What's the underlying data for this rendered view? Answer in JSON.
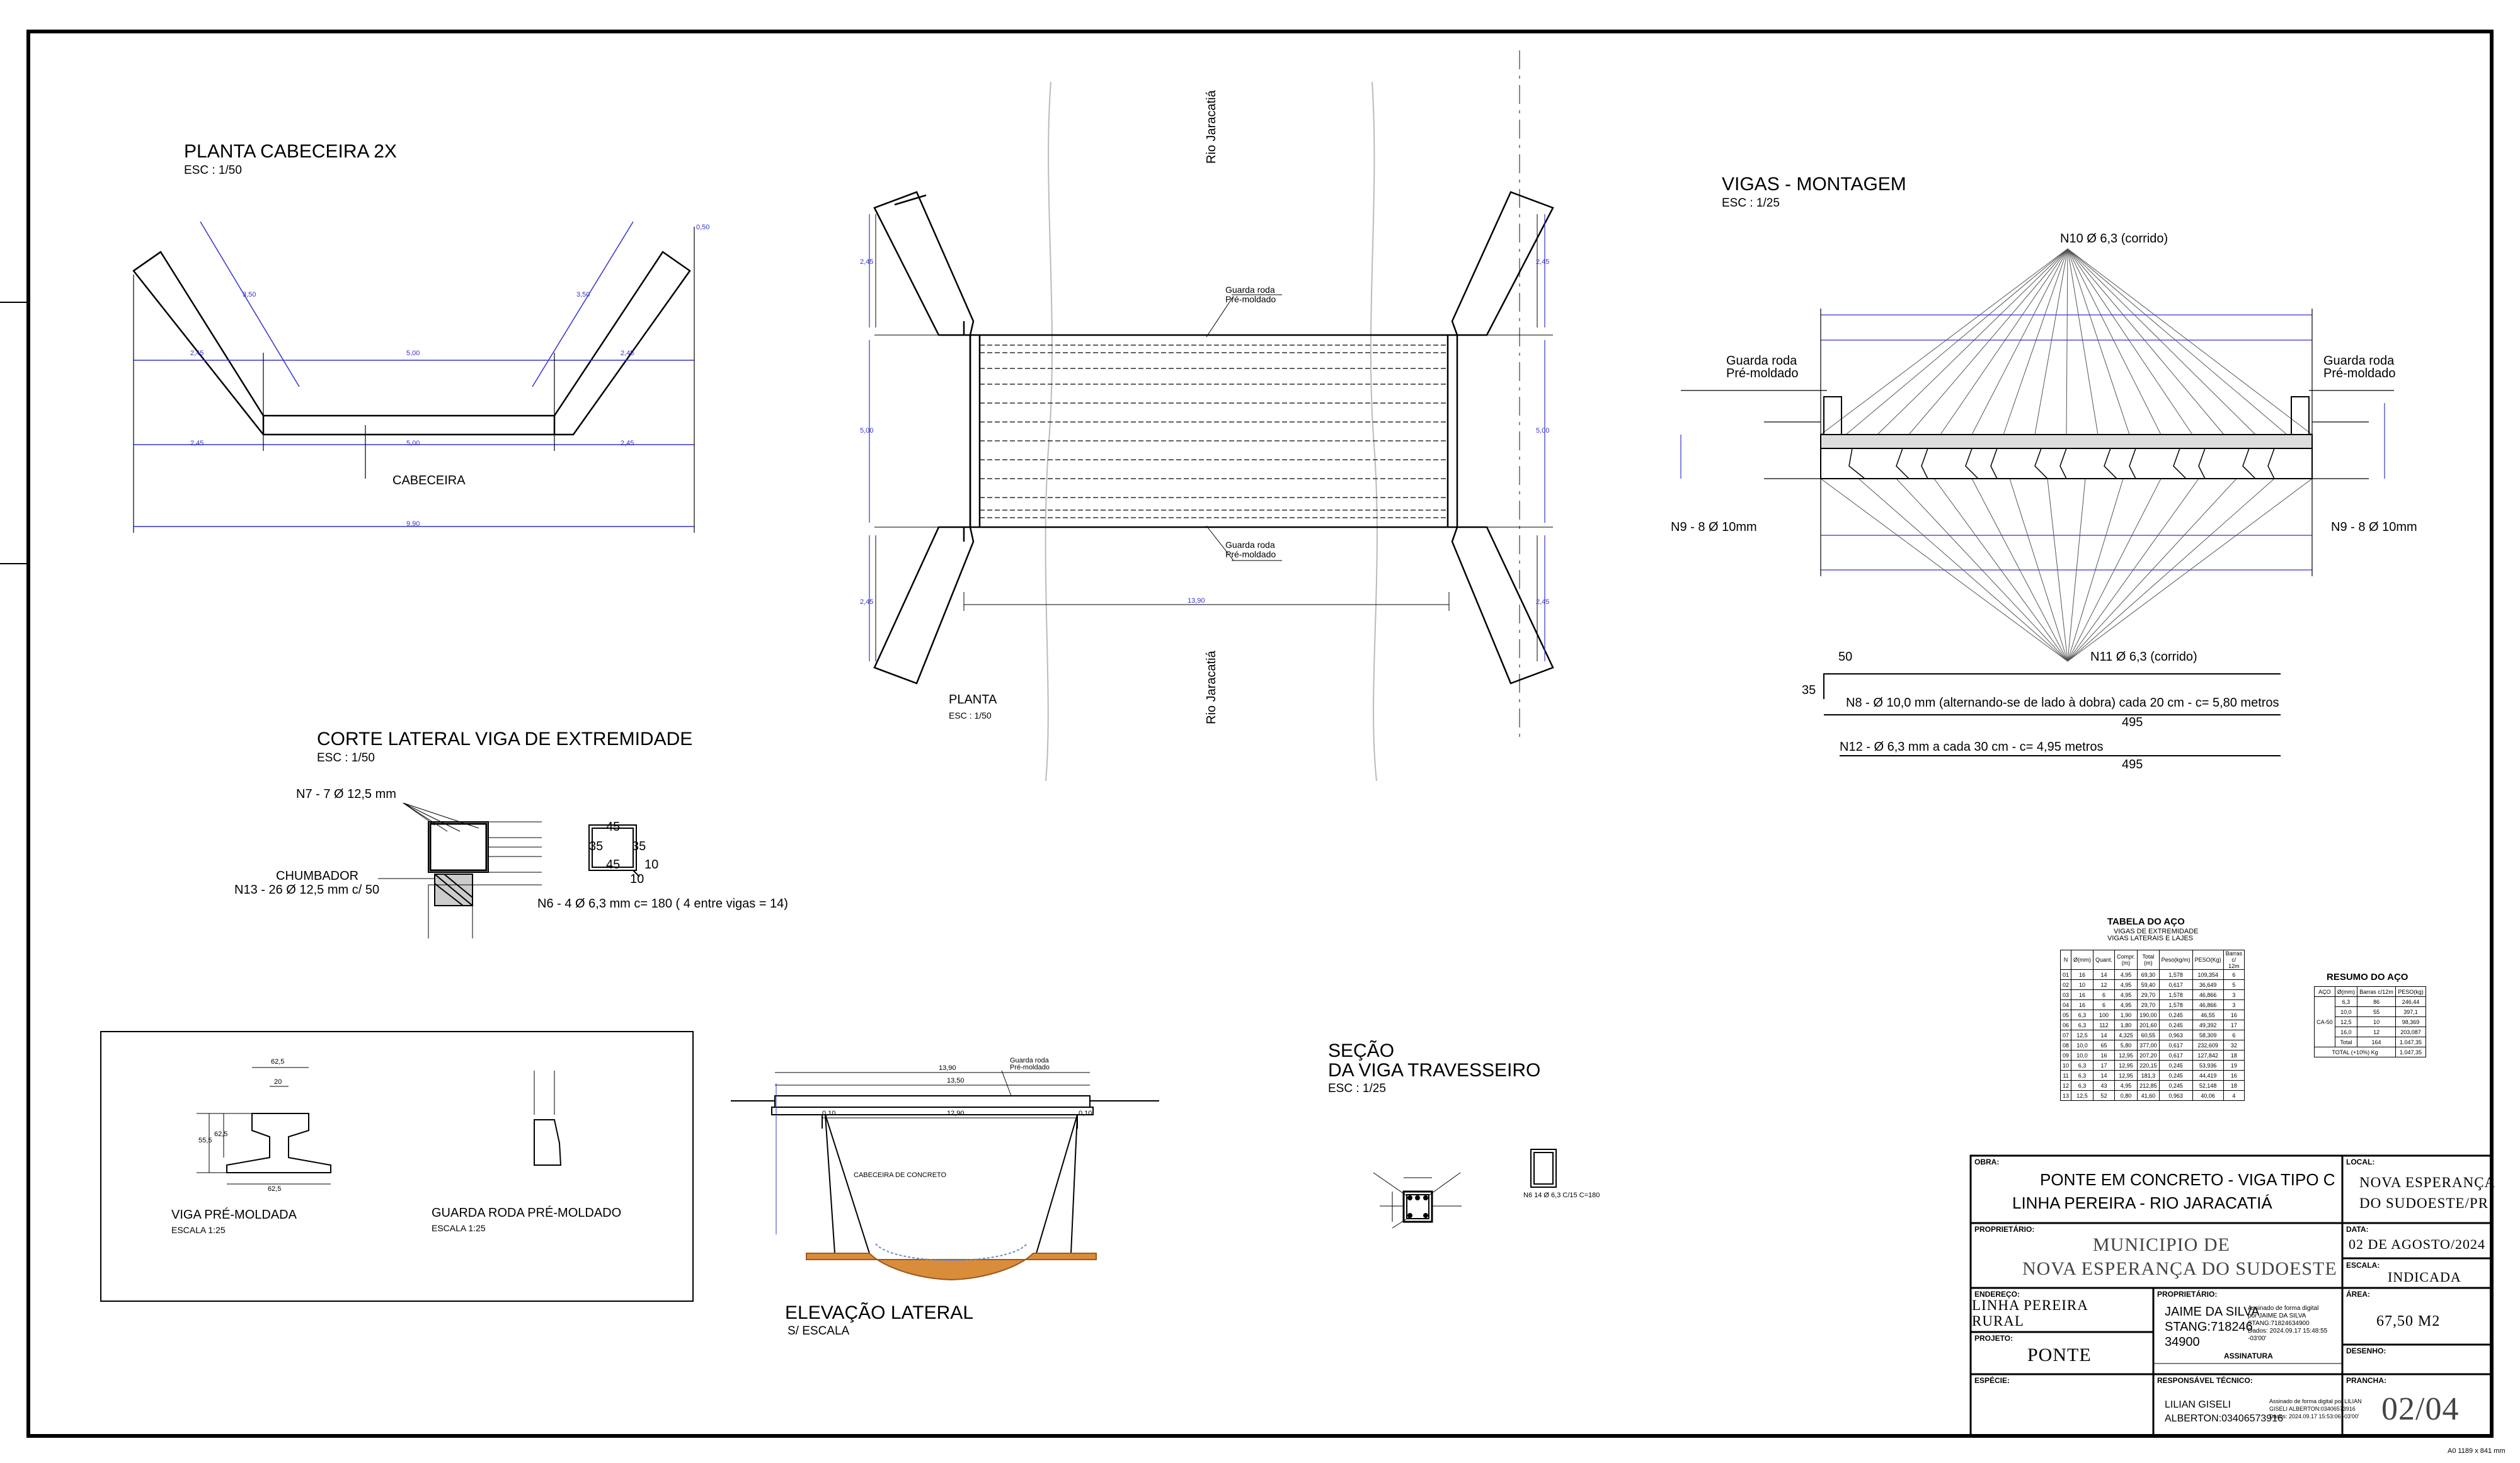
{
  "sheet_code": "A0 1189 x 841 mm",
  "planta_cabeceira": {
    "title": "PLANTA CABECEIRA 2X",
    "scale": "ESC : 1/50",
    "label": "CABECEIRA",
    "dims": [
      "2,45",
      "5,00",
      "2,45",
      "2,45",
      "5,00",
      "2,45",
      "9,90",
      "3,50",
      "3,50",
      "0,50"
    ]
  },
  "planta": {
    "title": "PLANTA",
    "scale": "ESC : 1/50",
    "river_top": "Rio Jaracatiá",
    "river_bottom": "Rio Jaracatiá",
    "guard_top": [
      "Guarda roda",
      "Pré-moldado"
    ],
    "guard_bottom": [
      "Guarda roda",
      "Pré-moldado"
    ],
    "dims": [
      "2,45",
      "2,45",
      "5,00",
      "5,00",
      "2,45",
      "2,45",
      "13,90"
    ]
  },
  "vigas_montagem": {
    "title": "VIGAS - MONTAGEM",
    "scale": "ESC : 1/25",
    "n10": "N10 Ø 6,3 (corrido)",
    "n11": "N11 Ø 6,3 (corrido)",
    "guard_left": [
      "Guarda roda",
      "Pré-moldado"
    ],
    "guard_right": [
      "Guarda roda",
      "Pré-moldado"
    ],
    "n9_left": "N9 - 8 Ø 10mm",
    "n9_right": "N9 - 8 Ø 10mm",
    "n8": "N8 -  Ø 10,0 mm (alternando-se de lado à dobra) cada 20 cm - c= 5,80 metros",
    "n8_dim_a": "50",
    "n8_dim_b": "35",
    "n8_len": "495",
    "n12": "N12 -  Ø 6,3 mm a cada 30 cm   - c= 4,95 metros",
    "n12_len": "495"
  },
  "corte_lateral": {
    "title": "CORTE LATERAL VIGA DE EXTREMIDADE",
    "scale": "ESC : 1/50",
    "n7": "N7 - 7 Ø 12,5 mm",
    "chumbador": "CHUMBADOR",
    "n13": "N13 - 26 Ø 12,5 mm c/ 50",
    "n6": "N6 - 4 Ø 6,3 mm c= 180 ( 4 entre vigas = 14)",
    "stirrup": [
      "45",
      "35",
      "35",
      "45",
      "10",
      "10"
    ]
  },
  "viga_pre": {
    "title": "VIGA PRÉ-MOLDADA",
    "scale": "ESCALA  1:25",
    "dims": [
      "62,5",
      "20",
      "62,5",
      "55,5",
      "62,5"
    ]
  },
  "guarda_pre": {
    "title": "GUARDA RODA  PRÉ-MOLDADO",
    "scale": "ESCALA  1:25"
  },
  "elevacao": {
    "title": "ELEVAÇÃO LATERAL",
    "scale": "S/ ESCALA",
    "guard": [
      "Guarda roda",
      "Pré-moldado"
    ],
    "dims": [
      "13,90",
      "13,50",
      "12,90",
      "0,10",
      "0,10"
    ],
    "cabeceira": "CABECEIRA DE CONCRETO"
  },
  "secao": {
    "title": [
      "SEÇÃO",
      "DA VIGA TRAVESSEIRO"
    ],
    "scale": "ESC : 1/25",
    "n6": "N6 14 Ø 6,3 C/15 C=180"
  },
  "tabela_aco": {
    "title": "TABELA DO AÇO",
    "subtitle": [
      "VIGAS DE EXTREMIDADE",
      "VIGAS LATERAIS E LAJES"
    ],
    "headers": [
      "N",
      "Ø(mm)",
      "Quant.",
      "Compr.(m)",
      "Total (m)",
      "Peso(kg/m)",
      "PESO(Kg)",
      "Barras c/ 12m"
    ],
    "rows": [
      [
        "01",
        "16",
        "14",
        "4,95",
        "69,30",
        "1,578",
        "109,354",
        "6"
      ],
      [
        "02",
        "10",
        "12",
        "4,95",
        "59,40",
        "0,617",
        "36,649",
        "5"
      ],
      [
        "03",
        "16",
        "6",
        "4,95",
        "29,70",
        "1,578",
        "46,866",
        "3"
      ],
      [
        "04",
        "16",
        "6",
        "4,95",
        "29,70",
        "1,578",
        "46,866",
        "3"
      ],
      [
        "05",
        "6,3",
        "100",
        "1,90",
        "190,00",
        "0,245",
        "46,55",
        "16"
      ],
      [
        "06",
        "6,3",
        "112",
        "1,80",
        "201,60",
        "0,245",
        "49,392",
        "17"
      ],
      [
        "07",
        "12,5",
        "14",
        "4,325",
        "60,55",
        "0,963",
        "58,309",
        "6"
      ],
      [
        "08",
        "10,0",
        "65",
        "5,80",
        "377,00",
        "0,617",
        "232,609",
        "32"
      ],
      [
        "09",
        "10,0",
        "16",
        "12,95",
        "207,20",
        "0,617",
        "127,842",
        "18"
      ],
      [
        "10",
        "6,3",
        "17",
        "12,95",
        "220,15",
        "0,245",
        "53,936",
        "19"
      ],
      [
        "11",
        "6,3",
        "14",
        "12,95",
        "181,3",
        "0,245",
        "44,419",
        "16"
      ],
      [
        "12",
        "6,3",
        "43",
        "4,95",
        "212,85",
        "0,245",
        "52,148",
        "18"
      ],
      [
        "13",
        "12,5",
        "52",
        "0,80",
        "41,60",
        "0,963",
        "40,06",
        "4"
      ]
    ]
  },
  "resumo_aco": {
    "title": "RESUMO DO AÇO",
    "headers": [
      "AÇO",
      "Ø(mm)",
      "Barras c/12m",
      "PESO(kg)"
    ],
    "group": "CA-50",
    "rows": [
      [
        "6,3",
        "86",
        "246,44"
      ],
      [
        "10,0",
        "55",
        "397,1"
      ],
      [
        "12,5",
        "10",
        "98,369"
      ],
      [
        "16,0",
        "12",
        "203,087"
      ],
      [
        "Total",
        "164",
        "1.047,35"
      ]
    ],
    "total_label": "TOTAL (+10%) Kg",
    "total_value": "1.047,35"
  },
  "title_block": {
    "obra_cap": "OBRA:",
    "obra": [
      "PONTE EM CONCRETO - VIGA TIPO C",
      "LINHA PEREIRA - RIO JARACATIÁ"
    ],
    "local_cap": "LOCAL:",
    "local": [
      "NOVA ESPERANÇA",
      "DO SUDOESTE/PR"
    ],
    "proprietario_cap": "PROPRIETÁRIO:",
    "proprietario": [
      "MUNICIPIO DE",
      "NOVA ESPERANÇA DO SUDOESTE"
    ],
    "data_cap": "DATA:",
    "data": "02 DE AGOSTO/2024",
    "escala_cap": "ESCALA:",
    "escala": "INDICADA",
    "endereco_cap": "ENDEREÇO:",
    "endereco": [
      "LINHA PEREIRA",
      "RURAL"
    ],
    "prop2_cap": "PROPRIETÁRIO:",
    "prop2_name": [
      "JAIME DA SILVA",
      "STANG:718246",
      "34900"
    ],
    "prop2_sig": [
      "Assinado de forma digital",
      "por JAIME DA SILVA",
      "STANG:71824634900",
      "Dados: 2024.09.17 15:48:55",
      "-03'00'"
    ],
    "assinatura": "ASSINATURA",
    "area_cap": "ÁREA:",
    "area": "67,50  M2",
    "projeto_cap": "PROJETO:",
    "projeto": "PONTE",
    "desenho_cap": "DESENHO:",
    "especie_cap": "ESPÉCIE:",
    "resp_cap": "RESPONSÁVEL  TÉCNICO:",
    "resp_name": [
      "LILIAN GISELI",
      "ALBERTON:03406573916"
    ],
    "resp_sig": [
      "Assinado de forma digital por LILIAN",
      "GISELI ALBERTON:03406573916",
      "Dados: 2024.09.17 15:53:06 -03'00'"
    ],
    "prancha_cap": "PRANCHA:",
    "prancha": "02/04"
  }
}
